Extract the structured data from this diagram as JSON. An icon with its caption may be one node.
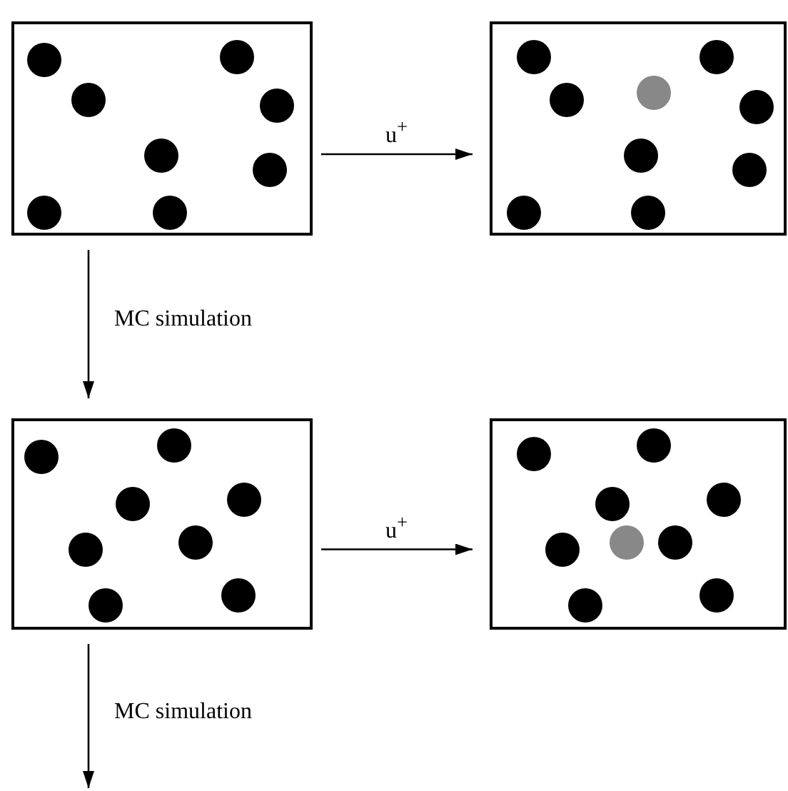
{
  "diagram": {
    "nodes": [
      {
        "text": [],
        "shape": "box"
      },
      {
        "text": [],
        "shape": "box"
      },
      {
        "text": [],
        "shape": "box"
      },
      {
        "text": [],
        "shape": "box"
      }
    ],
    "edges": [
      {
        "from": 0,
        "to": 1,
        "arrow": "to",
        "label": "u$^{+}$"
      },
      {
        "from": 0,
        "to": 2,
        "arrow": "to",
        "label": "MC simulation"
      },
      {
        "from": 2,
        "to": 3,
        "arrow": "to",
        "label": "u$^{+}$"
      },
      {
        "from": 2,
        "to": null,
        "arrow": "to",
        "label": "MC simulation"
      }
    ]
  }
}
